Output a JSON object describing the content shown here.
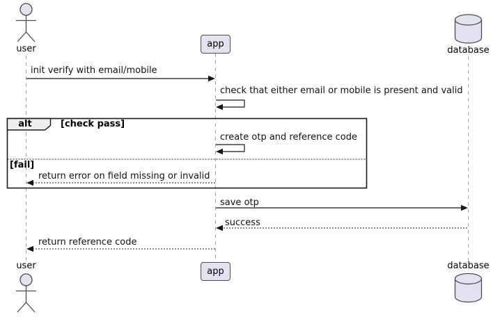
{
  "diagram": {
    "type": "sequence",
    "participants": {
      "user": {
        "label": "user",
        "kind": "actor"
      },
      "app": {
        "label": "app",
        "kind": "participant"
      },
      "database": {
        "label": "database",
        "kind": "database"
      }
    },
    "messages": {
      "init_verify": {
        "text": "init verify with email/mobile",
        "from": "user",
        "to": "app",
        "style": "solid"
      },
      "check_valid": {
        "text": "check that either email or mobile is present and valid",
        "from": "app",
        "to": "app",
        "style": "self"
      },
      "create_otp": {
        "text": "create otp and reference code",
        "from": "app",
        "to": "app",
        "style": "self"
      },
      "return_error": {
        "text": "return error on field missing or invalid",
        "from": "app",
        "to": "user",
        "style": "dashed"
      },
      "save_otp": {
        "text": "save otp",
        "from": "app",
        "to": "database",
        "style": "solid"
      },
      "success": {
        "text": "success",
        "from": "database",
        "to": "app",
        "style": "dashed"
      },
      "return_reference": {
        "text": "return reference code",
        "from": "app",
        "to": "user",
        "style": "dashed"
      }
    },
    "alt_frame": {
      "operator": "alt",
      "sections": [
        {
          "guard": "[check pass]"
        },
        {
          "guard": "[fail]"
        }
      ]
    },
    "colors": {
      "participant_fill": "#E2E2F0",
      "participant_border": "#4D4D4D",
      "lifeline": "#A8A8A8",
      "arrow": "#181818",
      "frame_border": "#181818",
      "frame_label_fill": "#EEEEEE",
      "background": "#FFFFFF"
    }
  }
}
